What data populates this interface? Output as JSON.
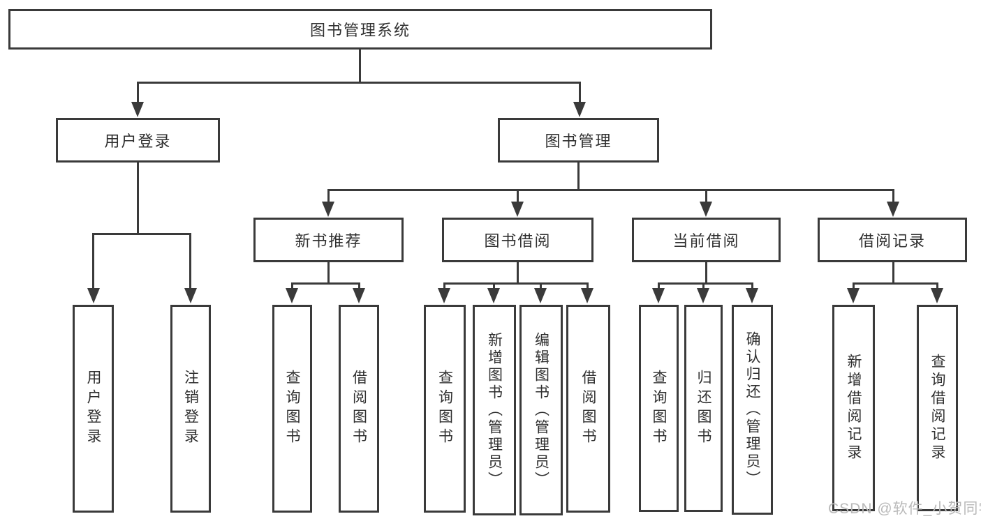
{
  "diagram": {
    "title_node": {
      "label": "图书管理系统"
    },
    "level2": [
      {
        "id": "user-login",
        "label": "用户登录"
      },
      {
        "id": "book-management",
        "label": "图书管理"
      }
    ],
    "level3": [
      {
        "id": "new-book-recommend",
        "label": "新书推荐"
      },
      {
        "id": "book-borrow",
        "label": "图书借阅"
      },
      {
        "id": "current-borrow",
        "label": "当前借阅"
      },
      {
        "id": "borrow-records",
        "label": "借阅记录"
      }
    ],
    "leaves": {
      "user_login": [
        {
          "label": "用户登录"
        },
        {
          "label": "注销登录"
        }
      ],
      "new_book": [
        {
          "label": "查询图书"
        },
        {
          "label": "借阅图书"
        }
      ],
      "book_borrow": [
        {
          "label": "查询图书"
        },
        {
          "label": "新增图书（管理员）"
        },
        {
          "label": "编辑图书（管理员）"
        },
        {
          "label": "借阅图书"
        }
      ],
      "current_borrow": [
        {
          "label": "查询图书"
        },
        {
          "label": "归还图书"
        },
        {
          "label": "确认归还（管理员）"
        }
      ],
      "borrow_record": [
        {
          "label": "新增借阅记录"
        },
        {
          "label": "查询借阅记录"
        }
      ]
    },
    "colors": {
      "line": "#3a3a3a",
      "text": "#2f2f2f",
      "background": "#ffffff",
      "watermark": "#b9b9b9"
    }
  },
  "watermark": {
    "text": "CSDN @软件_小贺同学"
  }
}
